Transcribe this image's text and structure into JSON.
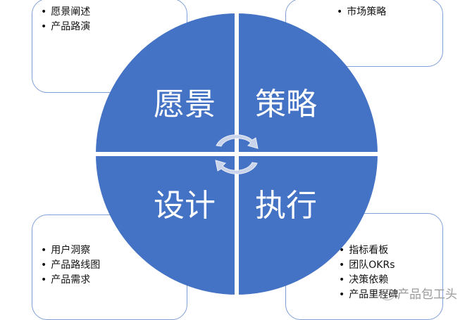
{
  "quadrants": {
    "vision": "愿景",
    "strategy": "策略",
    "design": "设计",
    "execution": "执行"
  },
  "boxes": {
    "top_left": [
      "愿景阐述",
      "产品路演"
    ],
    "top_right": [
      "市场策略"
    ],
    "bottom_left": [
      "用户洞察",
      "产品路线图",
      "产品需求"
    ],
    "bottom_right": [
      "指标看板",
      "团队OKRs",
      "决策依赖",
      "产品里程碑"
    ]
  },
  "watermark": "产品包工头",
  "colors": {
    "circle": "#4472c4",
    "box_border": "#7f9fd8",
    "arrows": "#c9d4ea"
  },
  "icons": [
    "cycle-arrows-icon",
    "wechat-icon"
  ]
}
